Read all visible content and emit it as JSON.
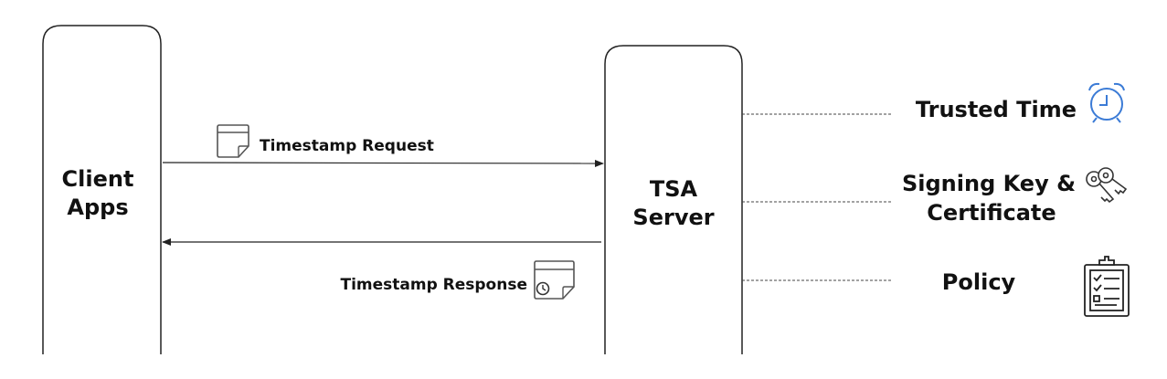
{
  "client": {
    "line1": "Client",
    "line2": "Apps"
  },
  "server": {
    "line1": "TSA",
    "line2": "Server"
  },
  "request": {
    "label": "Timestamp Request"
  },
  "response": {
    "label": "Timestamp Response"
  },
  "resources": {
    "trusted_time": "Trusted Time",
    "signing_key_line1": "Signing Key &",
    "signing_key_line2": "Certificate",
    "policy": "Policy"
  },
  "colors": {
    "stroke": "#222222",
    "clock_icon": "#3b7bd6"
  }
}
